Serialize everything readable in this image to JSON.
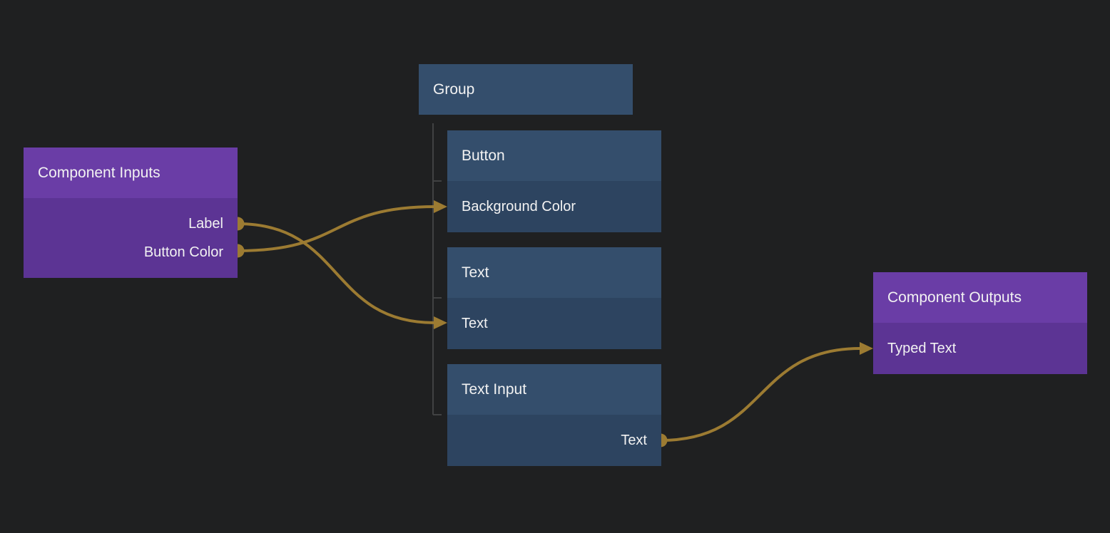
{
  "canvas": {
    "type": "visual-programming-node-editor"
  },
  "colors": {
    "canvas_bg": "#1f2021",
    "purple_header": "#6a3da6",
    "purple_body": "#5c3494",
    "blue_header": "#344e6c",
    "blue_body": "#2d4460",
    "wire": "#9c7b32",
    "tree_line": "#414243",
    "text": "#f2f2f2"
  },
  "nodes": {
    "component_inputs": {
      "title": "Component Inputs",
      "ports": [
        {
          "label": "Label",
          "direction": "output"
        },
        {
          "label": "Button Color",
          "direction": "output"
        }
      ]
    },
    "group": {
      "title": "Group",
      "children": [
        "Button",
        "Text",
        "Text Input"
      ]
    },
    "button": {
      "title": "Button",
      "ports": [
        {
          "label": "Background Color",
          "direction": "input"
        }
      ]
    },
    "text": {
      "title": "Text",
      "ports": [
        {
          "label": "Text",
          "direction": "input"
        }
      ]
    },
    "text_input": {
      "title": "Text Input",
      "ports": [
        {
          "label": "Text",
          "direction": "output"
        }
      ]
    },
    "component_outputs": {
      "title": "Component Outputs",
      "ports": [
        {
          "label": "Typed Text",
          "direction": "input"
        }
      ]
    }
  },
  "connections": [
    {
      "from": "Component Inputs.Label",
      "to": "Text.Text"
    },
    {
      "from": "Component Inputs.Button Color",
      "to": "Button.Background Color"
    },
    {
      "from": "Text Input.Text",
      "to": "Component Outputs.Typed Text"
    }
  ]
}
